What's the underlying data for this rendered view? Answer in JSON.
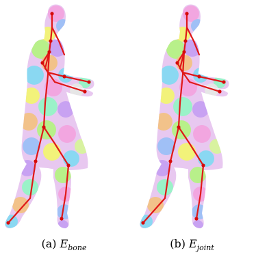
{
  "figure": {
    "panels": [
      {
        "id": "a",
        "label": "(a)",
        "symbol": "E",
        "subscript": "bone"
      },
      {
        "id": "b",
        "label": "(b)",
        "symbol": "E",
        "subscript": "joint"
      }
    ]
  },
  "colors": {
    "skeleton": "#e01818",
    "joint": "#d60a0a",
    "patches": [
      "#f2a6e0",
      "#b8f08a",
      "#8ad8f2",
      "#c8a2f2",
      "#f2f27a",
      "#9af2c8",
      "#f2c28a",
      "#a0c0f6",
      "#e6e6e6",
      "#d8f2a0"
    ]
  }
}
